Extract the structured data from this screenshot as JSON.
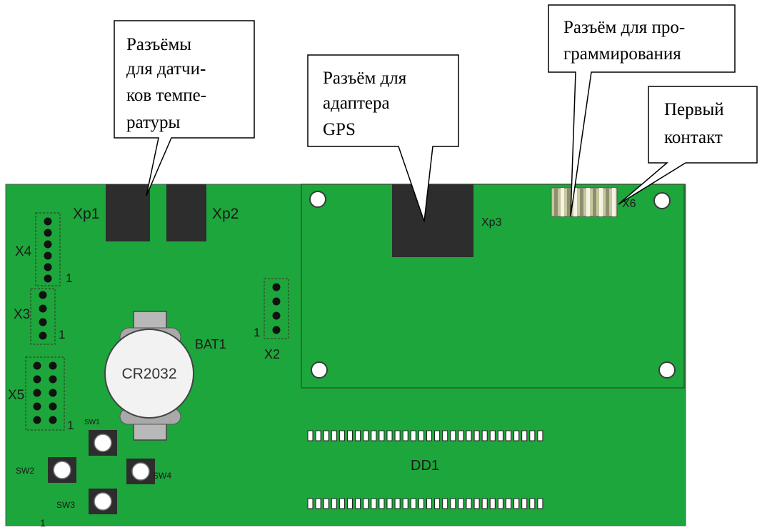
{
  "callouts": {
    "temp_sensor_connectors": [
      "Разъёмы",
      "для датчи-",
      "ков темпе-",
      "ратуры"
    ],
    "gps_adapter_connector": [
      "Разъём для",
      "адаптера",
      "GPS"
    ],
    "programming_connector": [
      "Разъём для про-",
      "граммирования"
    ],
    "first_contact": [
      "Первый",
      "контакт"
    ]
  },
  "board": {
    "color": "#1ca63b",
    "labels": {
      "xp1": "Xp1",
      "xp2": "Xp2",
      "xp3": "Xp3",
      "x2": "X2",
      "x3": "X3",
      "x4": "X4",
      "x5": "X5",
      "x6": "X6",
      "bat1": "BAT1",
      "battery": "CR2032",
      "dd1": "DD1",
      "sw1": "SW1",
      "sw2": "SW2",
      "sw3": "SW3",
      "sw4": "SW4",
      "pin1": "1"
    }
  }
}
